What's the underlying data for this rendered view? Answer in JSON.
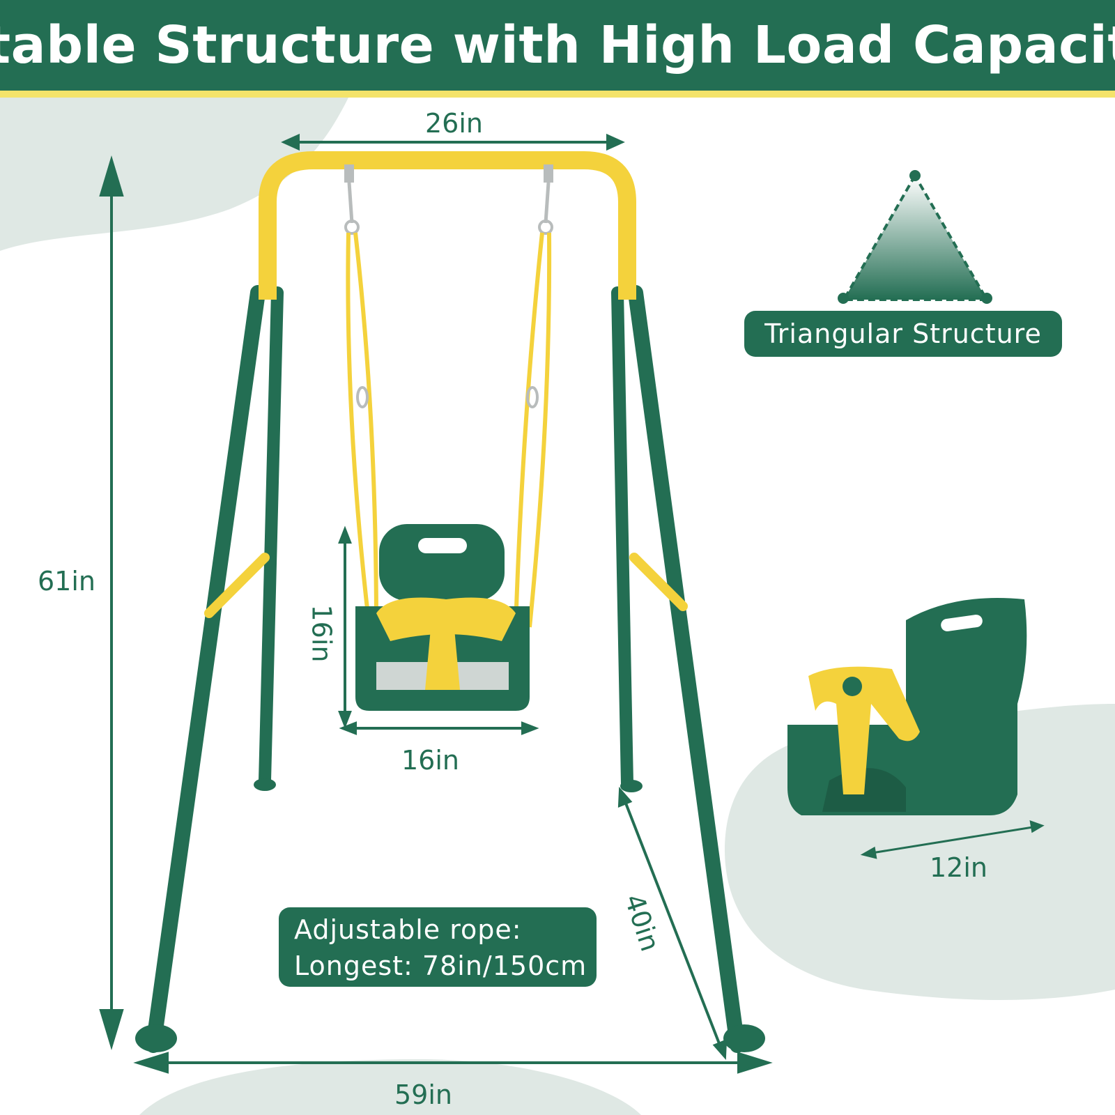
{
  "header": {
    "title": "Stable Structure with High Load Capacity"
  },
  "colors": {
    "brand_green": "#236e53",
    "accent_yellow": "#f4d23c",
    "stripe_yellow": "#f4e36a",
    "background_blob": "#dfe8e4"
  },
  "dimensions": {
    "top_width": "26in",
    "height": "61in",
    "seat_height": "16in",
    "seat_width": "16in",
    "base_depth": "40in",
    "base_width": "59in",
    "seat_depth": "12in"
  },
  "labels": {
    "triangular": "Triangular Structure",
    "rope_line1": "Adjustable rope:",
    "rope_line2": "Longest: 78in/150cm"
  },
  "icons": {
    "triangle": "triangle-structure-icon"
  }
}
